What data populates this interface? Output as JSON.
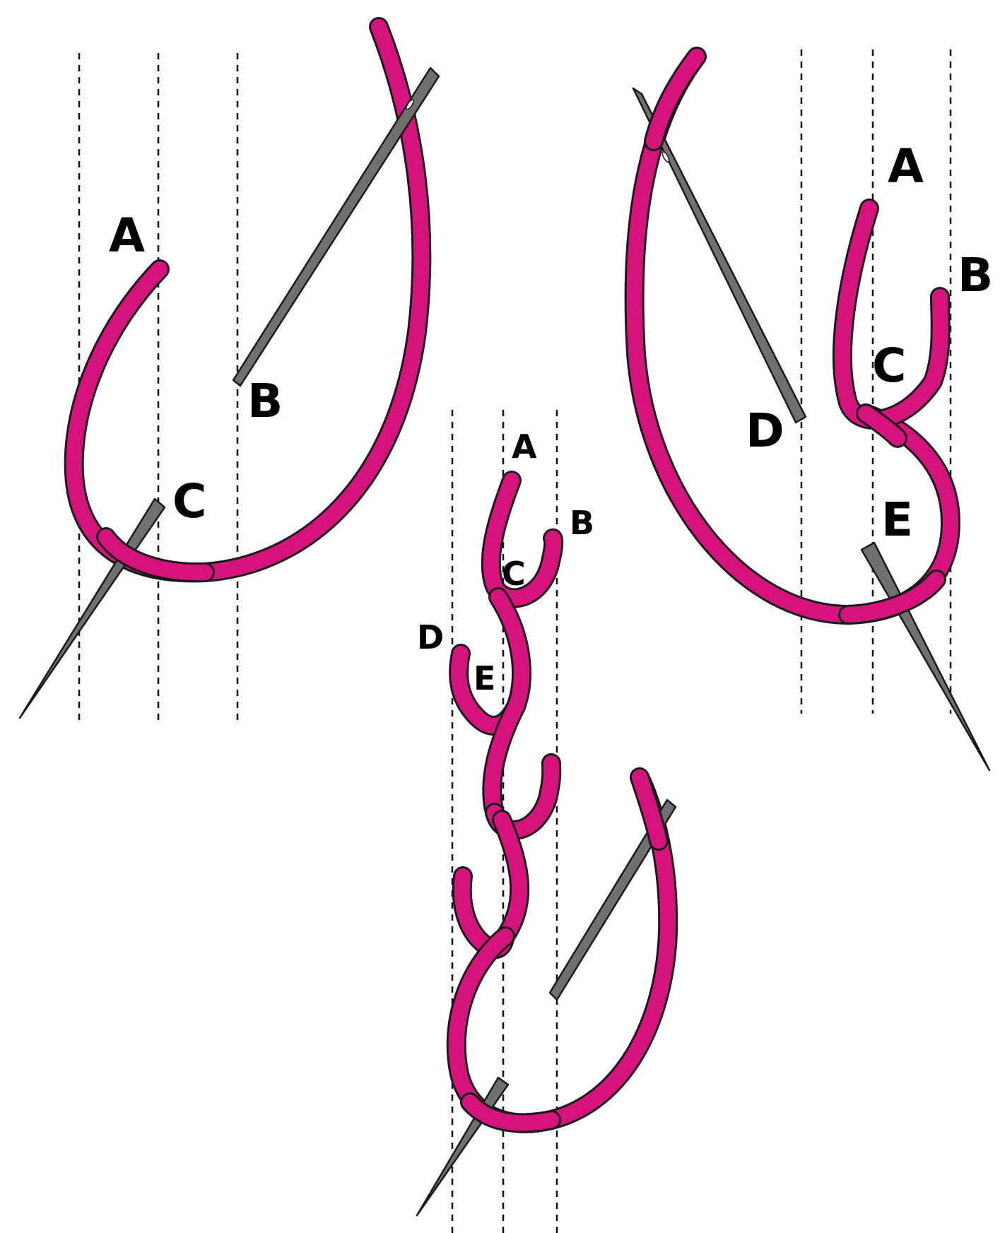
{
  "colors": {
    "thread": "#d6137c",
    "needle": "#707070",
    "outline": "#1a1a1a",
    "guide": "#111111",
    "background": "#ffffff"
  },
  "left_panel": {
    "point_a": "A",
    "point_b": "B",
    "point_c": "C"
  },
  "right_panel": {
    "point_a": "A",
    "point_b": "B",
    "point_c": "C",
    "point_d": "D",
    "point_e": "E"
  },
  "center_panel": {
    "point_a": "A",
    "point_b": "B",
    "point_c": "C",
    "point_d": "D",
    "point_e": "E"
  }
}
